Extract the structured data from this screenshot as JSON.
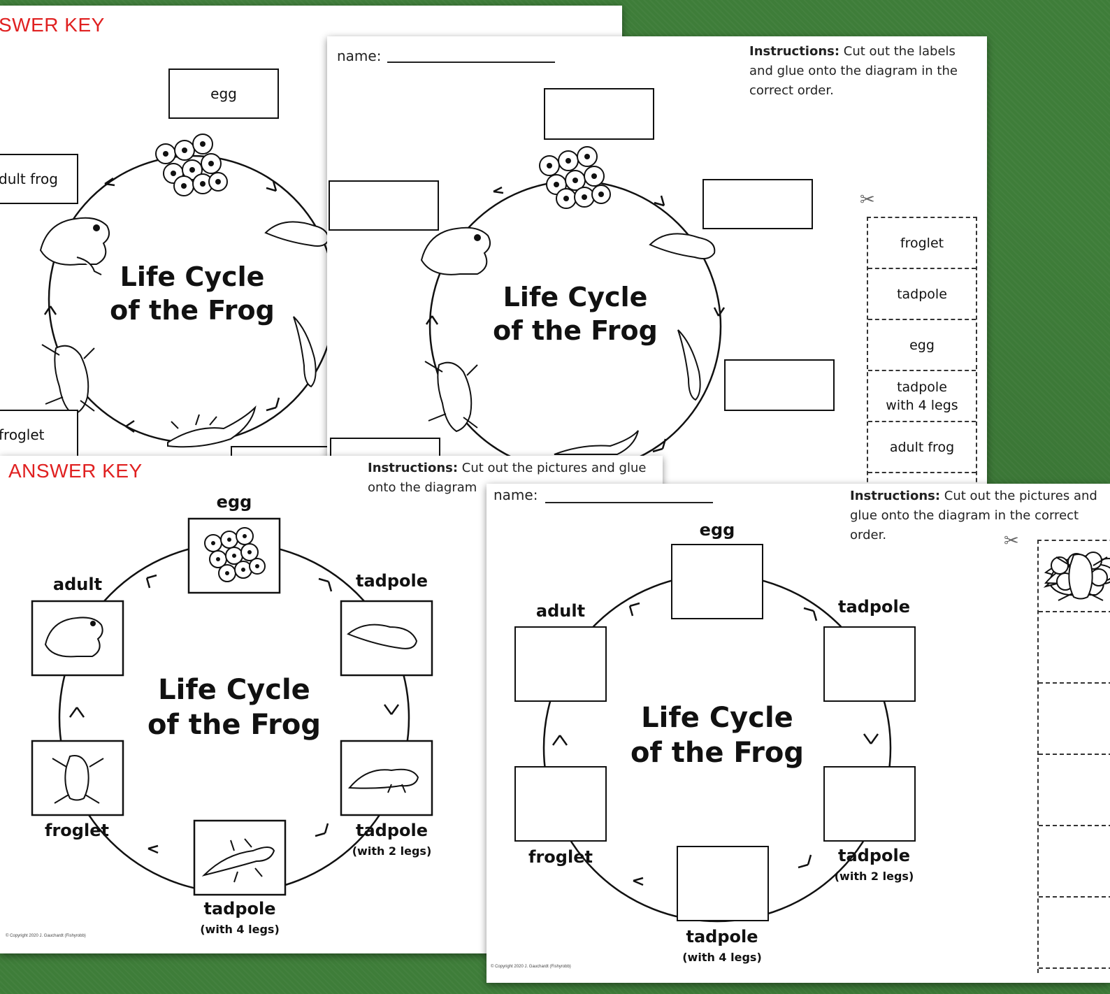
{
  "sheets": {
    "s1": {
      "answer_key": "SWER KEY",
      "title_line1": "Life Cycle",
      "title_line2": "of the Frog",
      "labels": {
        "egg": "egg",
        "adult": "dult frog",
        "froglet": "froglet"
      }
    },
    "s2": {
      "name_label": "name:",
      "instr_bold": "Instructions:",
      "instr_text": " Cut out the labels and glue onto the diagram in the correct order.",
      "title_line1": "Life Cycle",
      "title_line2": "of the Frog",
      "cut_labels": [
        "froglet",
        "tadpole",
        "egg",
        "tadpole with 4 legs",
        "adult frog"
      ]
    },
    "s3": {
      "answer_key": "ANSWER KEY",
      "instr_bold": "Instructions:",
      "instr_text": " Cut out the pictures and glue onto the diagram",
      "title_line1": "Life Cycle",
      "title_line2": "of the Frog",
      "labels": {
        "egg": "egg",
        "tadpole": "tadpole",
        "tadpole2": "tadpole",
        "tadpole2_sub": "(with 2 legs)",
        "tadpole4": "tadpole",
        "tadpole4_sub": "(with 4 legs)",
        "froglet": "froglet",
        "adult": "adult"
      },
      "copyright": "© Copyright 2020 J. Gauchardt (Fishyrobb)"
    },
    "s4": {
      "name_label": "name:",
      "instr_bold": "Instructions:",
      "instr_text": " Cut out the pictures and glue onto the diagram in the correct order.",
      "title_line1": "Life Cycle",
      "title_line2": "of the Frog",
      "labels": {
        "egg": "egg",
        "tadpole": "tadpole",
        "tadpole2": "tadpole",
        "tadpole2_sub": "(with 2 legs)",
        "tadpole4": "tadpole",
        "tadpole4_sub": "(with 4 legs)",
        "froglet": "froglet",
        "adult": "adult"
      },
      "copyright": "© Copyright 2020 J. Gauchardt (Fishyrobb)"
    }
  },
  "colors": {
    "background": "#3e7d39",
    "answer_key": "#e02020"
  },
  "icons": [
    "scissors-icon",
    "frog-eggs-icon",
    "tadpole-icon",
    "tadpole-two-legs-icon",
    "tadpole-four-legs-icon",
    "froglet-icon",
    "adult-frog-icon"
  ]
}
